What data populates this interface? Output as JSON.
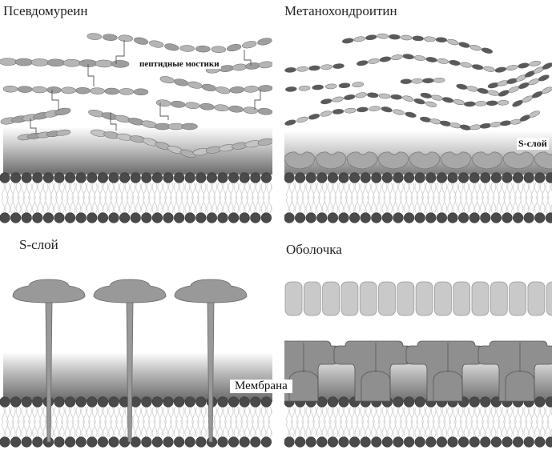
{
  "figure": {
    "panels": [
      {
        "id": "pseudomurein",
        "title": "Псевдомуреин",
        "annotation": "пептидные мостики"
      },
      {
        "id": "methanochondroitin",
        "title": "Метанохондроитин",
        "annotation": "S-слой"
      },
      {
        "id": "s-layer",
        "title": "S-слой"
      },
      {
        "id": "sheath",
        "title": "Оболочка"
      }
    ],
    "shared_label": "Мембрана"
  },
  "colors": {
    "head_dark": "#4a4a4a",
    "bead_mid": "#9a9a9a",
    "bead_light": "#c8c8c8",
    "protein": "#999999",
    "sheath_cell": "#c9c9c9"
  }
}
